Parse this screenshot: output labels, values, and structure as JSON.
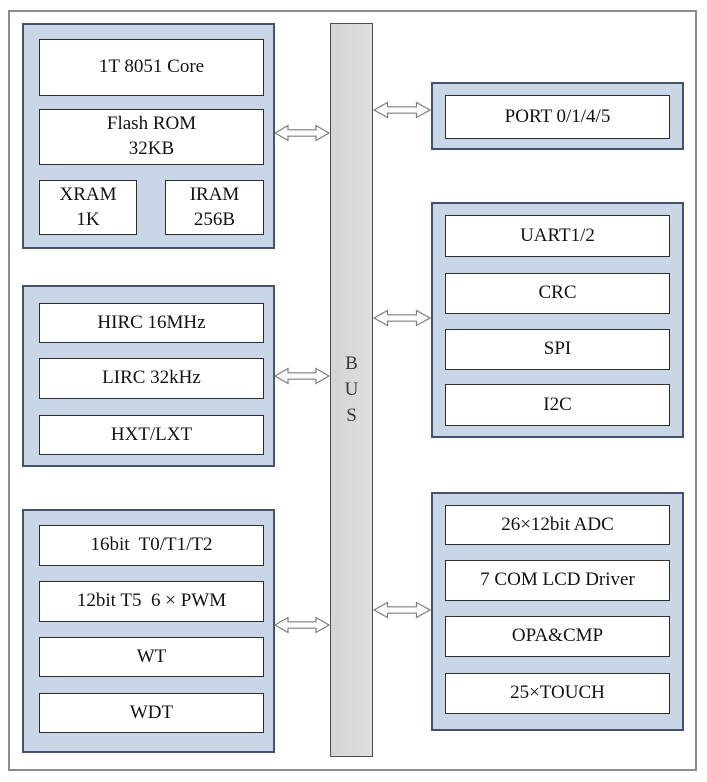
{
  "diagram": {
    "title": "MCU block diagram",
    "bus": {
      "label": "B\nU\nS"
    },
    "left_groups": [
      {
        "name": "core-memory",
        "boxes": [
          {
            "label": "1T 8051 Core"
          },
          {
            "label": "Flash ROM\n32KB"
          },
          {
            "label": "XRAM\n1K"
          },
          {
            "label": "IRAM\n256B"
          }
        ]
      },
      {
        "name": "clocks",
        "boxes": [
          {
            "label": "HIRC 16MHz"
          },
          {
            "label": "LIRC 32kHz"
          },
          {
            "label": "HXT/LXT"
          }
        ]
      },
      {
        "name": "timers",
        "boxes": [
          {
            "label": "16bit  T0/T1/T2"
          },
          {
            "label": "12bit T5  6 × PWM"
          },
          {
            "label": "WT"
          },
          {
            "label": "WDT"
          }
        ]
      }
    ],
    "right_groups": [
      {
        "name": "ports",
        "boxes": [
          {
            "label": "PORT 0/1/4/5"
          }
        ]
      },
      {
        "name": "communications",
        "boxes": [
          {
            "label": "UART1/2"
          },
          {
            "label": "CRC"
          },
          {
            "label": "SPI"
          },
          {
            "label": "I2C"
          }
        ]
      },
      {
        "name": "analog-peripherals",
        "boxes": [
          {
            "label": "26×12bit ADC"
          },
          {
            "label": "7 COM LCD Driver"
          },
          {
            "label": "OPA&CMP"
          },
          {
            "label": "25×TOUCH"
          }
        ]
      }
    ],
    "colors": {
      "group-fill": "#c9d6e7",
      "group-border": "#44526b",
      "bus-fill": "#d9d9d9",
      "frame-border": "#8c8c8c",
      "arrow-stroke": "#7f7f7f"
    }
  }
}
